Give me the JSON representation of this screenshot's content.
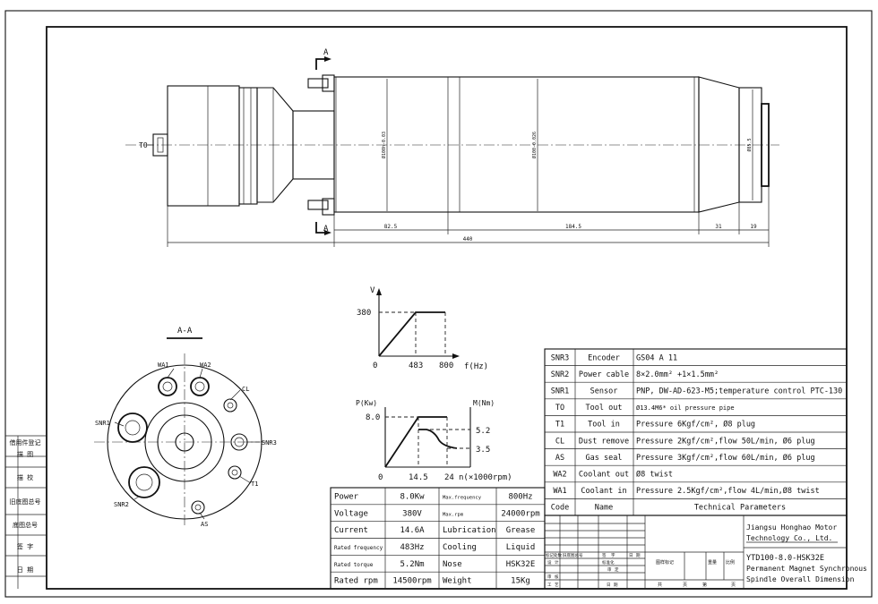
{
  "side_view": {
    "section_mark": "A",
    "to_label": "TO",
    "dim_825": "82.5",
    "dim_1845": "184.5",
    "dim_31": "31",
    "dim_19": "19",
    "dim_440": "440",
    "dia_left": "Ø100h-0.03",
    "dia_mid": "Ø100-0.026",
    "dia_right": "Ø85.5"
  },
  "section_view": {
    "title": "A-A",
    "labels": [
      "WA1",
      "WA2",
      "CL",
      "SNR1",
      "SNR3",
      "T1",
      "SNR2",
      "AS"
    ]
  },
  "vf_chart": {
    "v_axis": "V",
    "f_axis": "f(Hz)",
    "y_380": "380",
    "x_0": "0",
    "x_483": "483",
    "x_800": "800"
  },
  "power_chart": {
    "p_axis": "P(Kw)",
    "m_axis": "M(Nm)",
    "y_80": "8.0",
    "y_52": "5.2",
    "y_35": "3.5",
    "x_0": "0",
    "x_145": "14.5",
    "x_24": "24",
    "x_unit": "n(×1000rpm)"
  },
  "spec_table": {
    "rows": [
      [
        "Power",
        "8.0Kw",
        "Max.frequency",
        "800Hz"
      ],
      [
        "Voltage",
        "380V",
        "Max.rpm",
        "24000rpm"
      ],
      [
        "Current",
        "14.6A",
        "Lubrication",
        "Grease"
      ],
      [
        "Rated frequency",
        "483Hz",
        "Cooling",
        "Liquid"
      ],
      [
        "Rated torque",
        "5.2Nm",
        "Nose",
        "HSK32E"
      ],
      [
        "Rated rpm",
        "14500rpm",
        "Weight",
        "15Kg"
      ]
    ]
  },
  "tech_table": {
    "rows": [
      [
        "SNR3",
        "Encoder",
        "GS04 A 11"
      ],
      [
        "SNR2",
        "Power cable",
        "8×2.0mm² +1×1.5mm²"
      ],
      [
        "SNR1",
        "Sensor",
        "PNP, DW-AD-623-M5;temperature control PTC-130"
      ],
      [
        "TO",
        "Tool out",
        "Ø13.4M6* oil pressure pipe"
      ],
      [
        "T1",
        "Tool in",
        "Pressure 6Kgf/cm², Ø8 plug"
      ],
      [
        "CL",
        "Dust remove",
        "Pressure 2Kgf/cm²,flow 50L/min, Ø6 plug"
      ],
      [
        "AS",
        "Gas seal",
        "Pressure 3Kgf/cm²,flow 60L/min, Ø6 plug"
      ],
      [
        "WA2",
        "Coolant out",
        "Ø8 twist"
      ],
      [
        "WA1",
        "Coolant in",
        "Pressure 2.5Kgf/cm²,flow 4L/min,Ø8 twist"
      ]
    ],
    "header": [
      "Code",
      "Name",
      "Technical Parameters"
    ]
  },
  "title_block": {
    "company_line1": "Jiangsu Honghao Motor",
    "company_line2": "Technology Co., Ltd.",
    "model": "YTD100-8.0-HSK32E",
    "desc1": "Permanent Magnet Synchronous",
    "desc2": "Spindle Overall Dimension",
    "small_labels": [
      "标记",
      "处数",
      "旧底图总号",
      "签",
      "字",
      "日",
      "期",
      "设",
      "计",
      "标准化",
      "审",
      "定",
      "图样标记",
      "重量",
      "比例",
      "审",
      "核",
      "工",
      "艺",
      "日",
      "期",
      "共",
      "页",
      "第",
      "页"
    ]
  },
  "left_strip": {
    "labels": [
      "借用件登记",
      "描 图",
      "描 校",
      "旧底图总号",
      "底图总号",
      "签 字",
      "日 期"
    ]
  }
}
